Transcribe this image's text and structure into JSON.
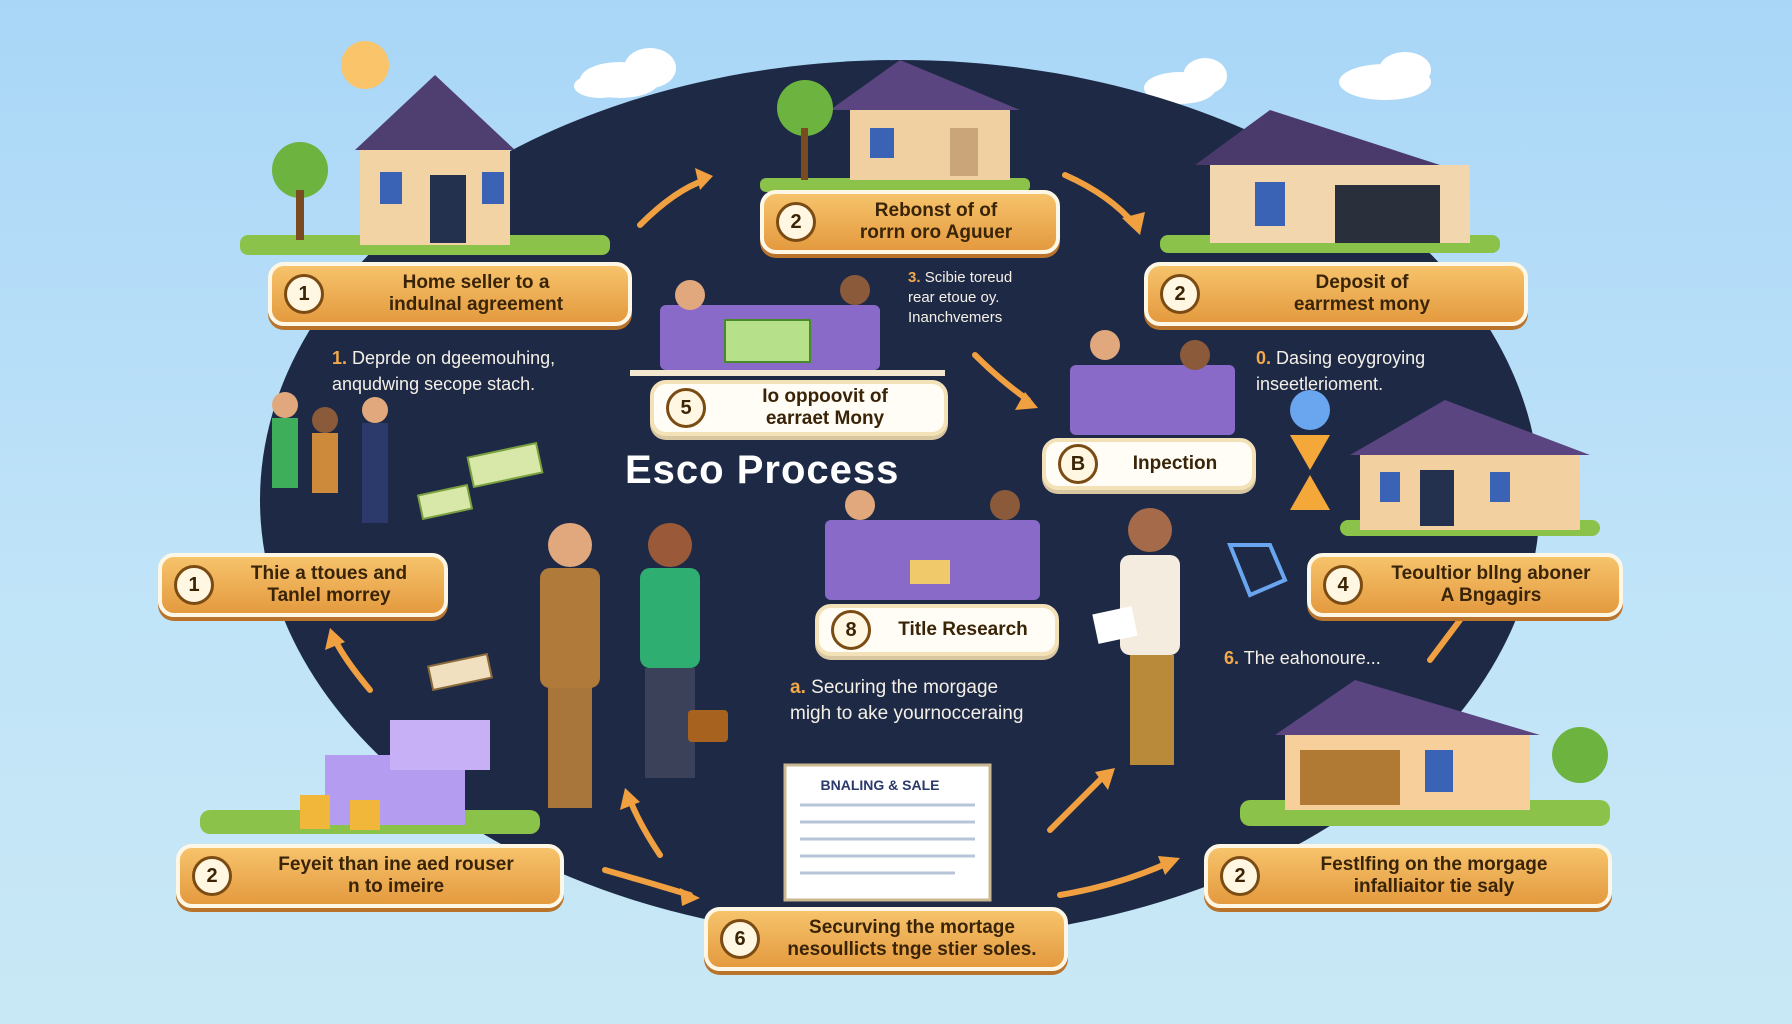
{
  "title": "Esco Process",
  "steps": [
    {
      "num": "1",
      "lines": [
        "Home seller to a",
        "indulnal agreement"
      ],
      "style": "orange"
    },
    {
      "num": "2",
      "lines": [
        "Rebonst of of",
        "rorrn oro Aguuer"
      ],
      "style": "orange"
    },
    {
      "num": "2",
      "lines": [
        "Deposit of",
        "earrmest mony"
      ],
      "style": "orange"
    },
    {
      "num": "5",
      "lines": [
        "Io oppoovit of",
        "earraet Mony"
      ],
      "style": "light"
    },
    {
      "num": "B",
      "lines": [
        "Inpection"
      ],
      "style": "light"
    },
    {
      "num": "1",
      "lines": [
        "Thie a ttoues and",
        "Tanlel morrey"
      ],
      "style": "orange"
    },
    {
      "num": "8",
      "lines": [
        "Title Research"
      ],
      "style": "light"
    },
    {
      "num": "4",
      "lines": [
        "Teoultior bllng aboner",
        "A Bngagirs"
      ],
      "style": "orange"
    },
    {
      "num": "2",
      "lines": [
        "Feyeit than ine aed rouser",
        "n to imeire"
      ],
      "style": "orange"
    },
    {
      "num": "6",
      "lines": [
        "Securving the mortage",
        "nesoullicts tnge stier soles."
      ],
      "style": "orange"
    },
    {
      "num": "2",
      "lines": [
        "Festlfing on the morgage",
        "infalliaitor tie saly"
      ],
      "style": "orange"
    }
  ],
  "notes": [
    {
      "bullet": "1.",
      "lines": [
        "Deprde on dgeemouhing,",
        "anqudwing secope stach."
      ]
    },
    {
      "bullet": "3.",
      "lines": [
        "Scibie toreud",
        "rear etoue oy.",
        "Inanchvemers"
      ]
    },
    {
      "bullet": "0.",
      "lines": [
        "Dasing eoygroying",
        "inseetlerioment."
      ]
    },
    {
      "bullet": "a.",
      "lines": [
        "Securing the morgage",
        "migh to ake yournocceraing"
      ]
    },
    {
      "bullet": "6.",
      "lines": [
        "The eahonoure..."
      ]
    }
  ],
  "document": {
    "title": "BNALING & SALE"
  },
  "colors": {
    "accent": "#f0a040",
    "dark_ellipse": "#1e2a45",
    "sky": "#a9d6f7"
  }
}
